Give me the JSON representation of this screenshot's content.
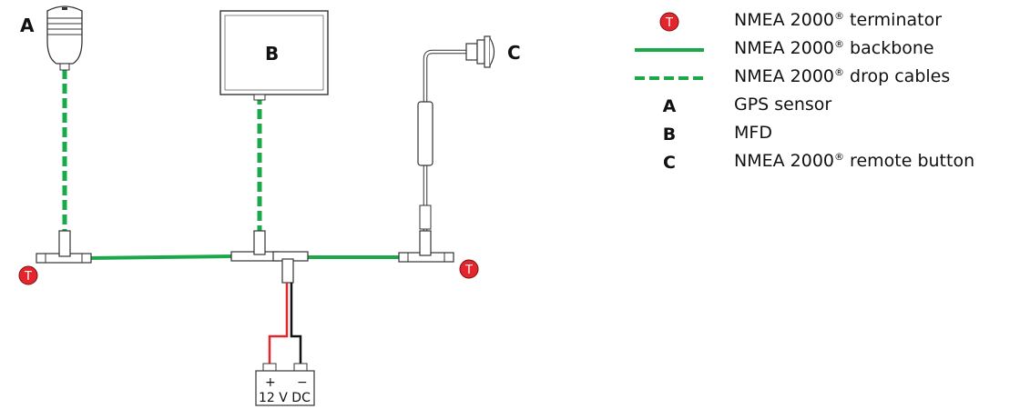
{
  "diagram": {
    "labels": {
      "a": "A",
      "b": "B",
      "c": "C"
    },
    "terminator_symbol": "T",
    "battery": {
      "plus": "+",
      "minus": "−",
      "label": "12 V DC"
    }
  },
  "legend": {
    "terminator": {
      "text": "NMEA 2000",
      "reg": "®",
      "suffix": " terminator"
    },
    "backbone": {
      "text": "NMEA 2000",
      "reg": "®",
      "suffix": " backbone"
    },
    "drop": {
      "text": "NMEA 2000",
      "reg": "®",
      "suffix": " drop cables"
    },
    "a": {
      "key": "A",
      "text": "GPS sensor"
    },
    "b": {
      "key": "B",
      "text": "MFD"
    },
    "c": {
      "key": "C",
      "text": "NMEA 2000",
      "reg": "®",
      "suffix": " remote button"
    }
  },
  "colors": {
    "cable_green": "#1aa84b",
    "terminator_red": "#e3262d",
    "power_red": "#e3262d",
    "power_black": "#111111"
  }
}
